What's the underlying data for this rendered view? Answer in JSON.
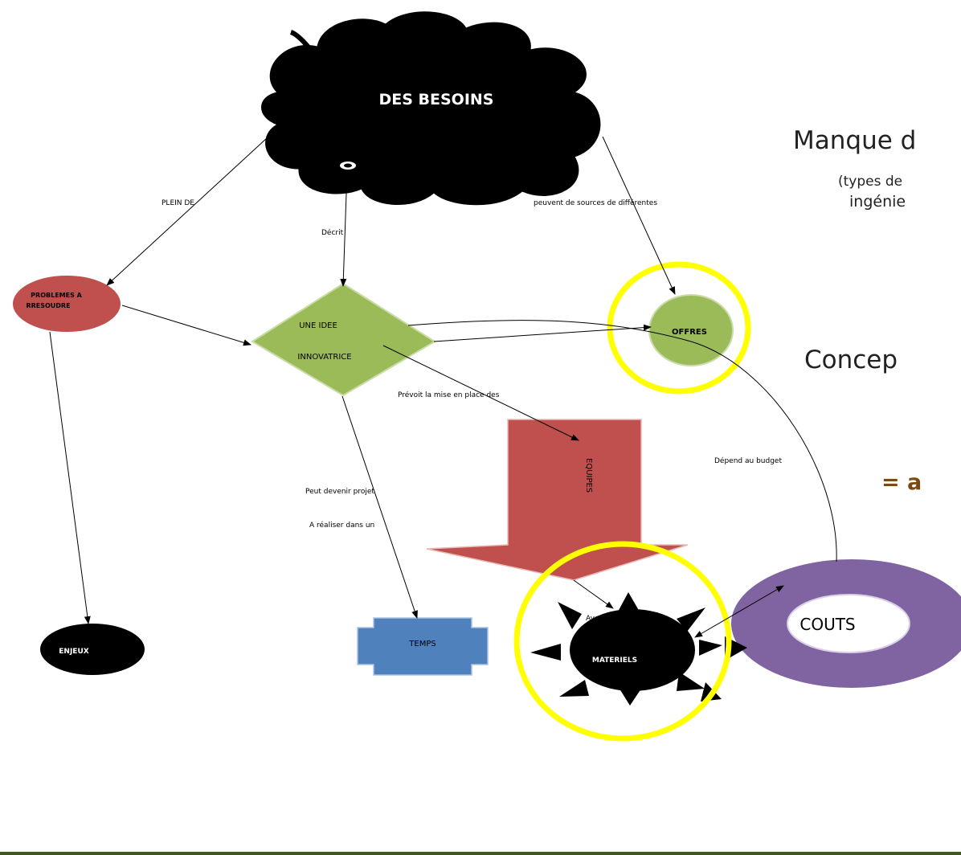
{
  "nodes": {
    "besoins": "DES BESOINS",
    "problemes_line1": "PROBLEMES A",
    "problemes_line2": "RRESOUDRE",
    "idee_line1": "UNE IDEE",
    "idee_line2": "INNOVATRICE",
    "offres": "OFFRES",
    "equipes": "EQUIPES",
    "enjeux": "ENJEUX",
    "temps": "TEMPS",
    "couts": "COUTS",
    "materiels": "MATERIELS"
  },
  "edge_labels": {
    "plein_de": "PLEIN DE",
    "decrit": "Décrit",
    "peuvent": "peuvent de sources de différentes",
    "prevoit": "Prévoit la mise en place  des",
    "depend": "Dépend au budget",
    "peut_devenir": "Peut devenir projet",
    "a_realiser": "A réaliser dans un",
    "avec_de": "Avec  de"
  },
  "side_text": {
    "line1": "Manque d",
    "line2": "(types de",
    "line3": "ingénie",
    "line4": "Concep",
    "line5": "= a"
  },
  "colors": {
    "black": "#000000",
    "red_node": "#c0504d",
    "green_node": "#9bbb59",
    "blue_node": "#4f81bd",
    "purple_ring": "#8064a2",
    "highlight_yellow": "#ffff00",
    "dark_green_rule": "#3e5a1f"
  }
}
